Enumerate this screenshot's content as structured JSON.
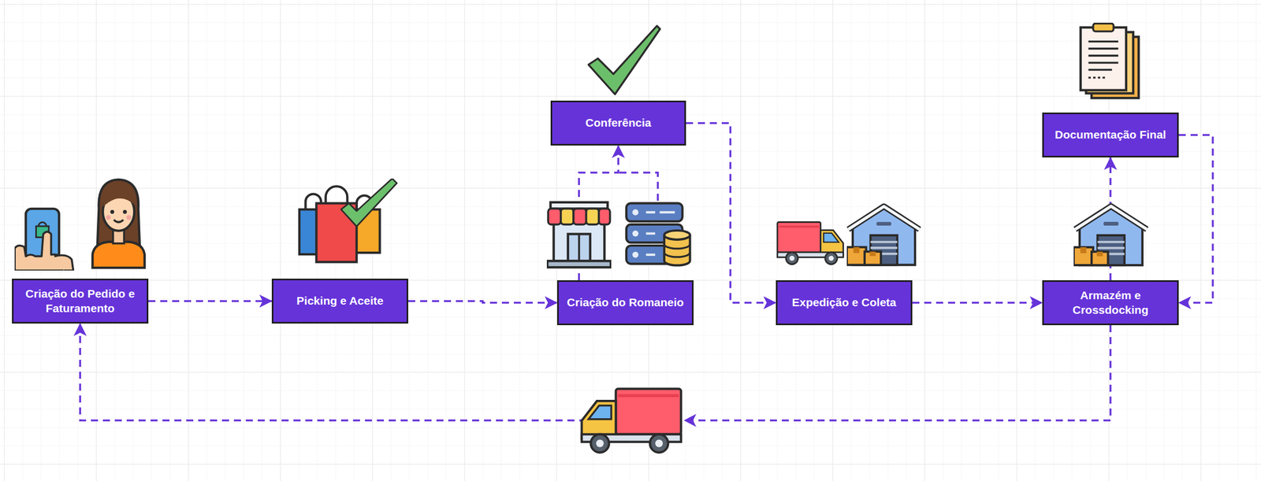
{
  "diagram": {
    "nodes": [
      {
        "text": [
          "Criação do Pedido e Faturamento"
        ]
      },
      {
        "text": [
          "Picking e Aceite"
        ]
      },
      {
        "text": [
          "Conferência"
        ]
      },
      {
        "text": [
          "Criação do Romaneio"
        ]
      },
      {
        "text": [
          "Expedição e Coleta"
        ]
      },
      {
        "text": [
          "Documentação Final"
        ]
      },
      {
        "text": [
          "Armazém e Crossdocking"
        ]
      }
    ],
    "edges": [
      {
        "from": 0,
        "to": 1,
        "arrow": "to"
      },
      {
        "from": 1,
        "to": 3,
        "arrow": "to"
      },
      {
        "from": 3,
        "to": 2,
        "arrow": "to"
      },
      {
        "from": 2,
        "to": 4,
        "arrow": "to"
      },
      {
        "from": 4,
        "to": 6,
        "arrow": "to"
      },
      {
        "from": 6,
        "to": 5,
        "arrow": "to"
      },
      {
        "from": 5,
        "to": 6,
        "arrow": "to"
      },
      {
        "from": 6,
        "to": 0,
        "arrow": "to"
      }
    ]
  }
}
